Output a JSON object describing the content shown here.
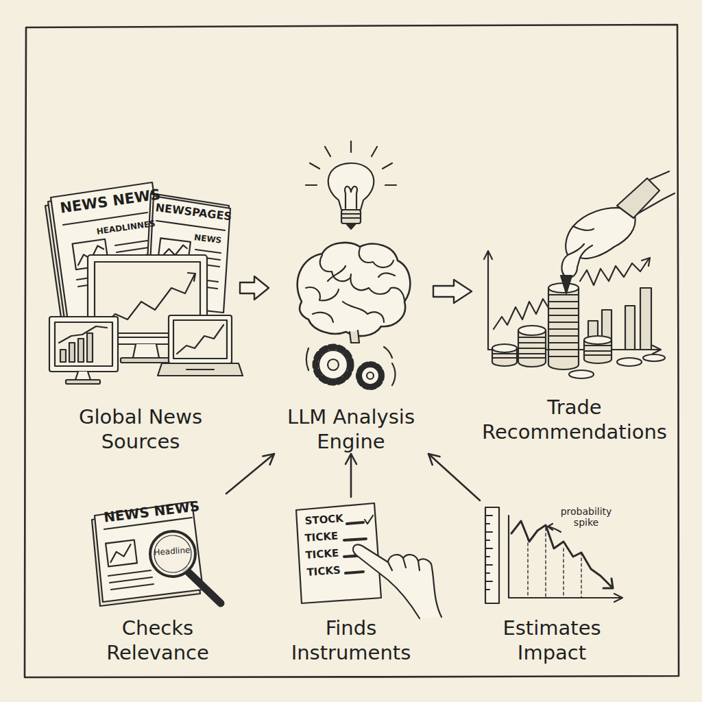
{
  "diagram": {
    "nodes": [
      {
        "text": [
          "Global News Sources"
        ]
      },
      {
        "text": [
          "LLM Analysis Engine"
        ]
      },
      {
        "text": [
          "Trade Recommendations"
        ]
      },
      {
        "text": [
          "Checks Relevance"
        ]
      },
      {
        "text": [
          "Finds Instruments"
        ]
      },
      {
        "text": [
          "Estimates Impact"
        ]
      }
    ],
    "edges": [
      {
        "from": 0,
        "to": 1,
        "arrow": "to"
      },
      {
        "from": 1,
        "to": 2,
        "arrow": "to"
      },
      {
        "from": 3,
        "to": 1,
        "arrow": "to"
      },
      {
        "from": 4,
        "to": 1,
        "arrow": "to"
      },
      {
        "from": 5,
        "to": 1,
        "arrow": "to"
      }
    ],
    "labels": [
      "NEWS NEWS",
      "HEADLINNES",
      "NEWSPAGES",
      "NEWS",
      "NEWS NEWS",
      "Headline",
      "STOCK",
      "TICKE",
      "TICKE",
      "TICKS",
      "probability spike"
    ]
  }
}
